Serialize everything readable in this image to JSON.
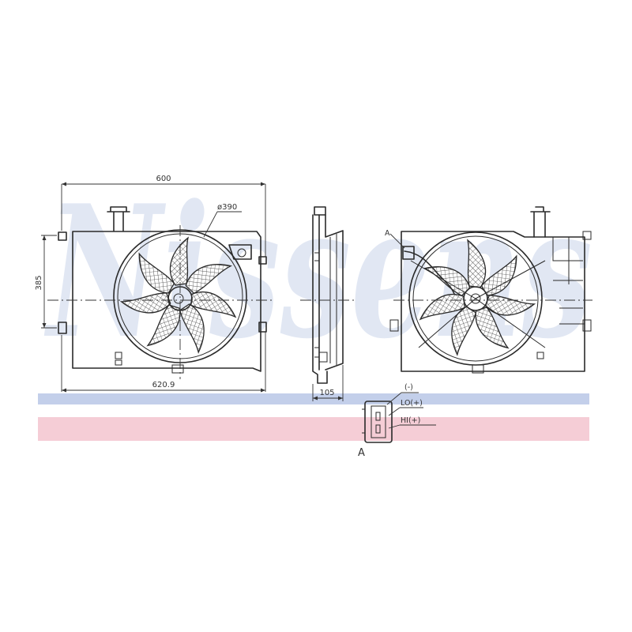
{
  "watermark": {
    "text": "Nissens",
    "color": "#c9d4ea"
  },
  "stripes": {
    "blue": "#c3cfea",
    "pink": "#f5cdd6"
  },
  "dimensions": {
    "top_width": "600",
    "fan_diameter": "ø390",
    "height": "385",
    "bottom_width": "620.9",
    "depth": "105"
  },
  "connector": {
    "pin_ground": "(-)",
    "pin_low": "LO(+)",
    "pin_high": "HI(+)",
    "view_label": "A",
    "detail_label": "A"
  }
}
